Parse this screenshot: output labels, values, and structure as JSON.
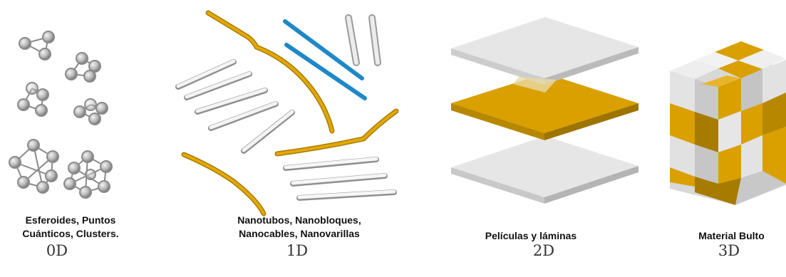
{
  "panels": [
    {
      "caption_line1": "Esferoides, Puntos",
      "caption_line2": "Cuánticos, Clusters.",
      "dimension": "0D"
    },
    {
      "caption_line1": "Nanotubos, Nanobloques,",
      "caption_line2": "Nanocables, Nanovarillas",
      "dimension": "1D"
    },
    {
      "caption_line1": "Películas y láminas",
      "caption_line2": "",
      "dimension": "2D"
    },
    {
      "caption_line1": "Material Bulto",
      "caption_line2": "",
      "dimension": "3D"
    }
  ],
  "colors": {
    "gold": "#D9A000",
    "gold_dark": "#A77B00",
    "gray_light": "#E6E6E6",
    "gray_side": "#C8C8C8",
    "blue": "#1E88C8"
  }
}
